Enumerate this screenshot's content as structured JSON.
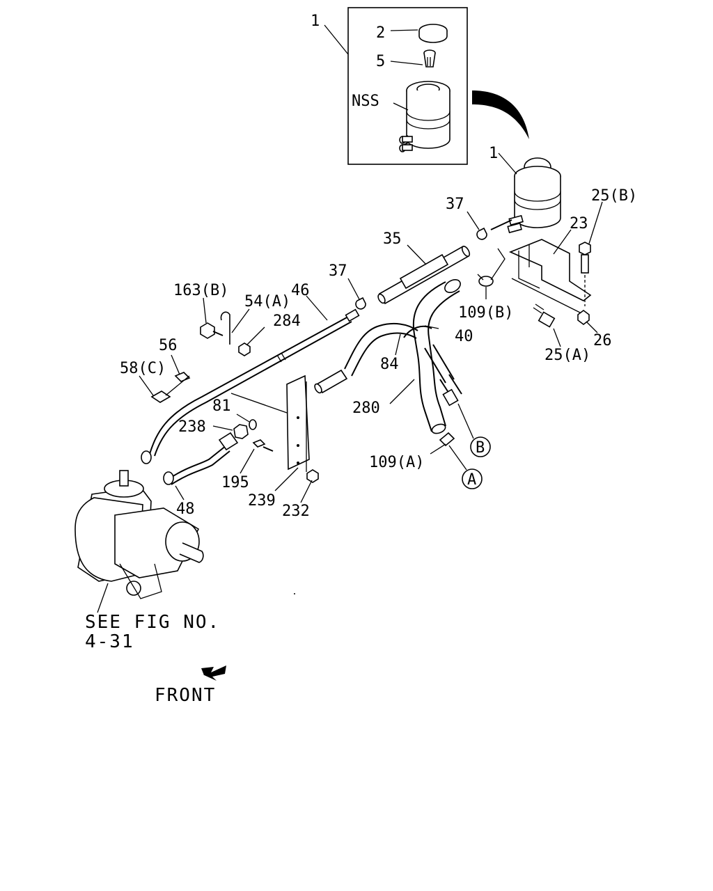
{
  "callouts": {
    "c1_top": "1",
    "c2": "2",
    "c5": "5",
    "nss": "NSS",
    "c1": "1",
    "c25b": "25(B)",
    "c23": "23",
    "c37_top": "37",
    "c35": "35",
    "c37": "37",
    "c109b": "109(B)",
    "c163b": "163(B)",
    "c54a": "54(A)",
    "c46": "46",
    "c284": "284",
    "c40": "40",
    "c26": "26",
    "c25a": "25(A)",
    "c56": "56",
    "c58c": "58(C)",
    "c84": "84",
    "c81": "81",
    "c280": "280",
    "c238": "238",
    "cB": "B",
    "c109a": "109(A)",
    "cA": "A",
    "c195": "195",
    "c48": "48",
    "c239": "239",
    "c232": "232"
  },
  "notes": {
    "see_fig_line1": "SEE FIG NO.",
    "see_fig_line2": "4-31",
    "front": "FRONT"
  }
}
